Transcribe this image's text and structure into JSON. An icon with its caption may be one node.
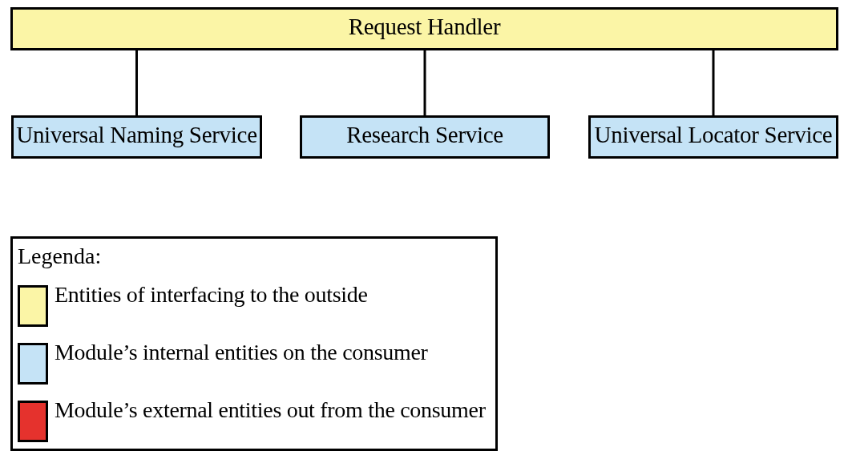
{
  "diagram": {
    "nodes": [
      {
        "text": [
          "Request Handler"
        ]
      },
      {
        "text": [
          "Universal Naming Service"
        ]
      },
      {
        "text": [
          "Research Service"
        ]
      },
      {
        "text": [
          "Universal Locator Service"
        ]
      }
    ],
    "edges": [
      {
        "from": 0,
        "to": 1,
        "arrow": "none"
      },
      {
        "from": 0,
        "to": 2,
        "arrow": "none"
      },
      {
        "from": 0,
        "to": 3,
        "arrow": "none"
      }
    ],
    "labels": [
      "Legenda:"
    ],
    "legend": [
      {
        "text": "Entities of interfacing to the outside",
        "color": "#fbf5a6"
      },
      {
        "text": "Module’s internal entities on the consumer",
        "color": "#c5e3f6"
      },
      {
        "text": "Module’s external entities out from the consumer",
        "color": "#e5322d"
      }
    ]
  }
}
